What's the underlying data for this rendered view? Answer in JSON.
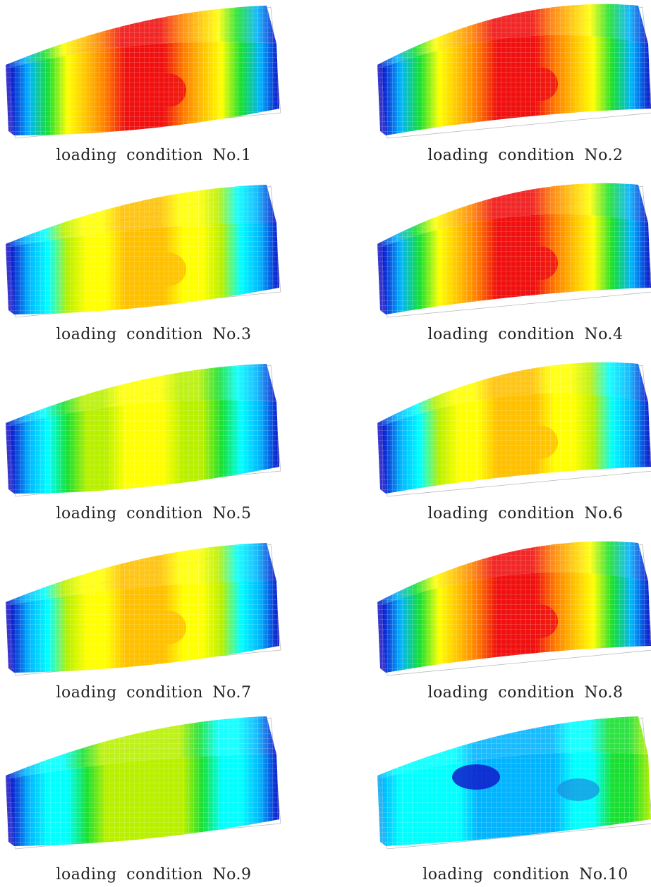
{
  "figure": {
    "panels": [
      {
        "caption": "loading condition No.1",
        "variant": "hump-down",
        "intensity": 0.95
      },
      {
        "caption": "loading condition No.2",
        "variant": "arched",
        "intensity": 1.0
      },
      {
        "caption": "loading condition No.3",
        "variant": "twisted",
        "intensity": 0.75
      },
      {
        "caption": "loading condition No.4",
        "variant": "arched",
        "intensity": 0.95
      },
      {
        "caption": "loading condition No.5",
        "variant": "hump-down",
        "intensity": 0.65
      },
      {
        "caption": "loading condition No.6",
        "variant": "arched",
        "intensity": 0.7
      },
      {
        "caption": "loading condition No.7",
        "variant": "twisted",
        "intensity": 0.8
      },
      {
        "caption": "loading condition No.8",
        "variant": "arched",
        "intensity": 1.0
      },
      {
        "caption": "loading condition No.9",
        "variant": "twisted",
        "intensity": 0.55
      },
      {
        "caption": "loading condition No.10",
        "variant": "low-stress",
        "intensity": 0.25
      }
    ],
    "colormap": [
      "#1010c8",
      "#00b4ff",
      "#00ffff",
      "#18e030",
      "#b8f000",
      "#ffff00",
      "#ffc000",
      "#ff7a00",
      "#f01010"
    ]
  }
}
